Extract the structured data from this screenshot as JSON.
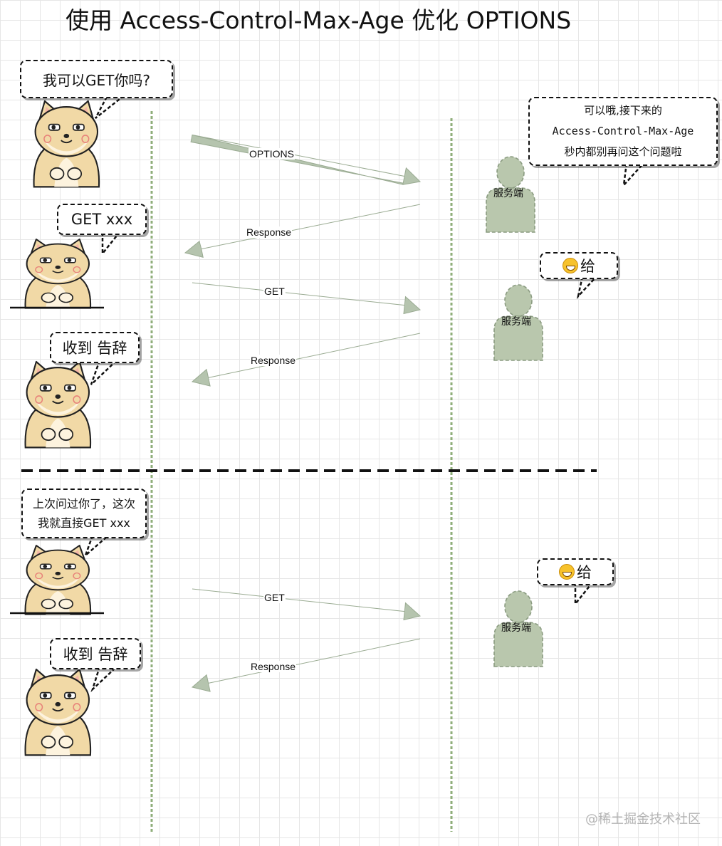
{
  "title": "使用 Access-Control-Max-Age 优化 OPTIONS",
  "client_bubbles": {
    "b1": "我可以GET你吗?",
    "b2": "GET  xxx",
    "b3": "收到  告辞",
    "b4_line1": "上次问过你了，这次",
    "b4_line2": "我就直接GET  xxx",
    "b5": "收到  告辞"
  },
  "server_bubbles": {
    "s1_line1": "可以哦,接下来的",
    "s1_line2": "Access-Control-Max-Age",
    "s1_line3": "秒内都别再问这个问题啦",
    "s2": "给",
    "s3": "给"
  },
  "arrows": {
    "a1": "OPTIONS",
    "a2": "Response",
    "a3": "GET",
    "a4": "Response",
    "a5": "GET",
    "a6": "Response"
  },
  "servers": {
    "label1": "服务端",
    "label2": "服务端",
    "label3": "服务端"
  },
  "icons": {
    "client": "shiba-dog-icon",
    "server": "person-silhouette-icon",
    "emoji": "grinning-face-icon"
  },
  "colors": {
    "arrow": "#b5c4ae",
    "arrow_stroke": "#9aab92",
    "lifeline": "#8fae7a",
    "server_fill": "#b9c7ad",
    "dog_fur": "#f1d9a6",
    "dog_light": "#fdf3de"
  },
  "watermark": "@稀土掘金技术社区"
}
